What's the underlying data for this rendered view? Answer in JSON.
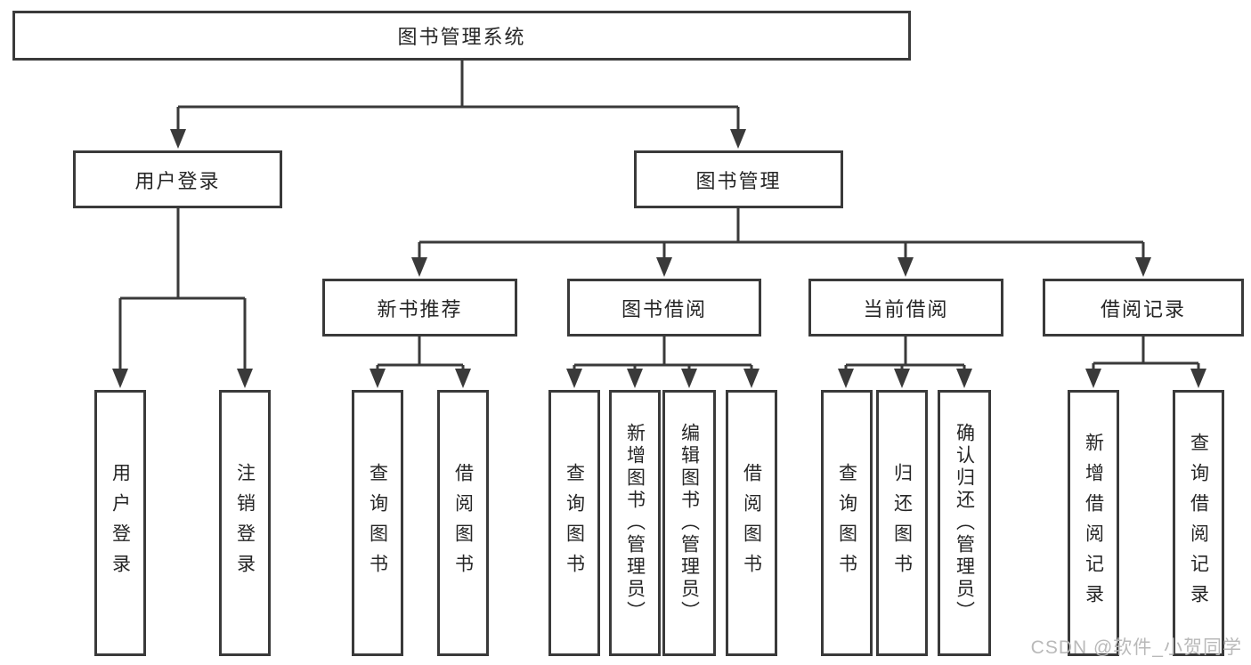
{
  "diagram": {
    "root": {
      "label": "图书管理系统"
    },
    "level2": [
      {
        "label": "用户登录"
      },
      {
        "label": "图书管理"
      }
    ],
    "level3": [
      {
        "label": "新书推荐"
      },
      {
        "label": "图书借阅"
      },
      {
        "label": "当前借阅"
      },
      {
        "label": "借阅记录"
      }
    ],
    "leaves": [
      {
        "label": "用户登录"
      },
      {
        "label": "注销登录"
      },
      {
        "label": "查询图书"
      },
      {
        "label": "借阅图书"
      },
      {
        "label": "查询图书"
      },
      {
        "label": "新增图书（管理员）"
      },
      {
        "label": "编辑图书（管理员）"
      },
      {
        "label": "借阅图书"
      },
      {
        "label": "查询图书"
      },
      {
        "label": "归还图书"
      },
      {
        "label": "确认归还（管理员）"
      },
      {
        "label": "新增借阅记录"
      },
      {
        "label": "查询借阅记录"
      }
    ]
  },
  "watermark": {
    "text": "CSDN @软件_小贺同学"
  },
  "colors": {
    "line": "#3a3a3a",
    "text": "#262626",
    "watermark": "#b9b9b9",
    "background": "#ffffff"
  }
}
